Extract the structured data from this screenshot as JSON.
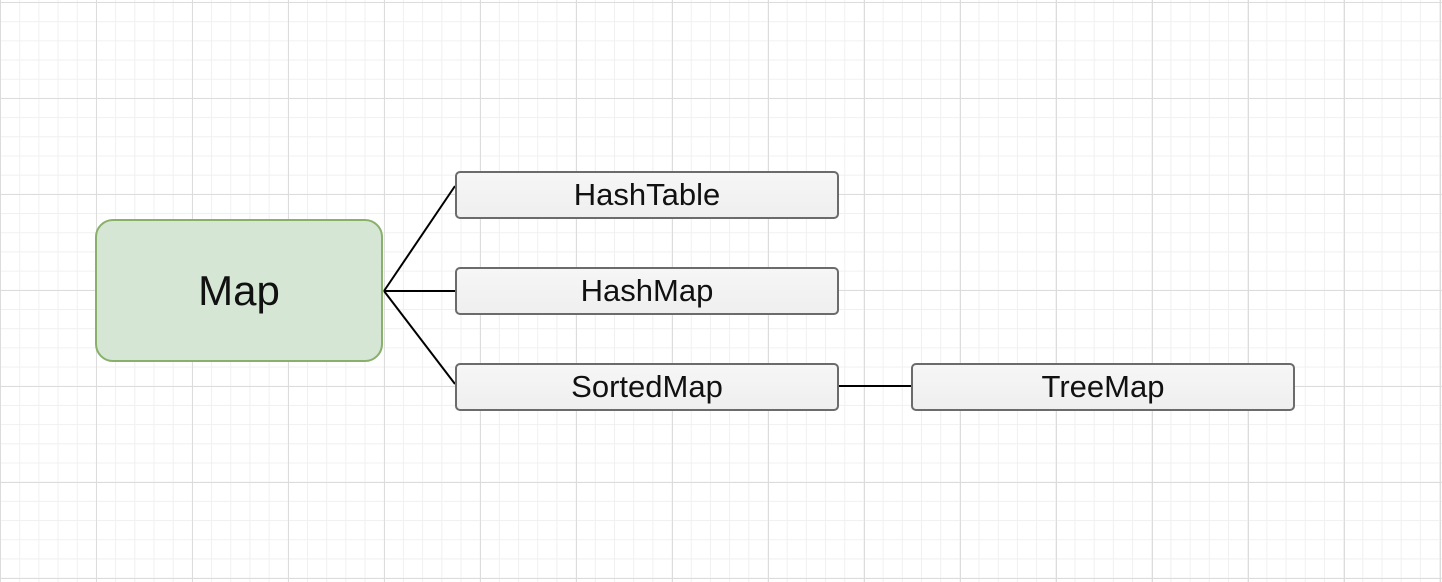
{
  "diagram": {
    "root": {
      "label": "Map"
    },
    "children": [
      {
        "label": "HashTable"
      },
      {
        "label": "HashMap"
      },
      {
        "label": "SortedMap"
      }
    ],
    "grandchildren": [
      {
        "parent": "SortedMap",
        "label": "TreeMap"
      }
    ],
    "colors": {
      "root_fill": "#d6e6d4",
      "root_border": "#88b06a",
      "child_fill": "#f2f2f2",
      "child_border": "#6b6b6b",
      "connector": "#000000",
      "grid_major": "#dcdcdc",
      "grid_minor": "#f0f0f0"
    }
  }
}
